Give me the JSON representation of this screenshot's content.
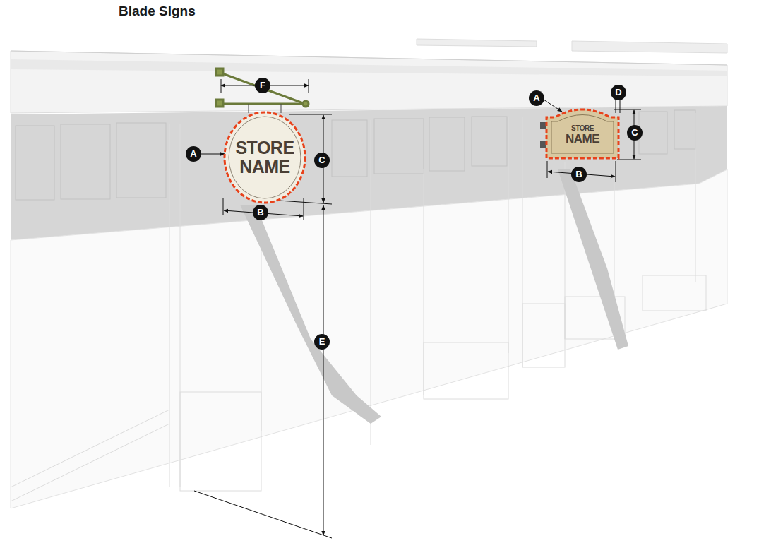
{
  "diagram": {
    "title": "Blade Signs",
    "nodes": [
      {
        "text": [
          "STORE NAME"
        ]
      },
      {
        "text": [
          "STORE",
          "NAME"
        ]
      }
    ],
    "labels": [
      "F",
      "A",
      "C",
      "B",
      "E",
      "A",
      "D",
      "C",
      "B"
    ]
  }
}
